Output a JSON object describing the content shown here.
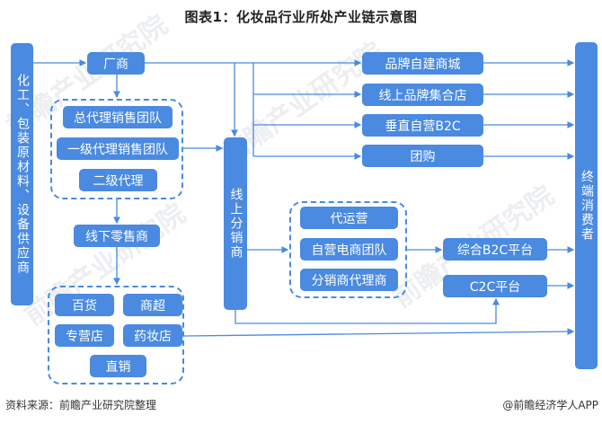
{
  "title": "图表1：化妆品行业所处产业链示意图",
  "nodes": {
    "supplier": "化工、包装原材料、设备供应商",
    "manufacturer": "厂商",
    "agent_group": [
      "总代理销售团队",
      "一级代理销售团队",
      "二级代理"
    ],
    "offline_retailer": "线下零售商",
    "offline_group": [
      "百货",
      "商超",
      "专营店",
      "药妆店",
      "直销"
    ],
    "online_distributor": "线上分销商",
    "direct_online": [
      "品牌自建商城",
      "线上品牌集合店",
      "垂直自营B2C",
      "团购"
    ],
    "ecommerce_group": [
      "代运营",
      "自营电商团队",
      "分销商代理商"
    ],
    "b2c_platform": "综合B2C平台",
    "c2c_platform": "C2C平台",
    "consumer": "终端消费者"
  },
  "watermark": "前瞻产业研究院",
  "colors": {
    "node": "#4a8ae0",
    "line": "#4a8ae0"
  },
  "footer": {
    "source": "资料来源：前瞻产业研究院整理",
    "credit": "@前瞻经济学人APP"
  }
}
